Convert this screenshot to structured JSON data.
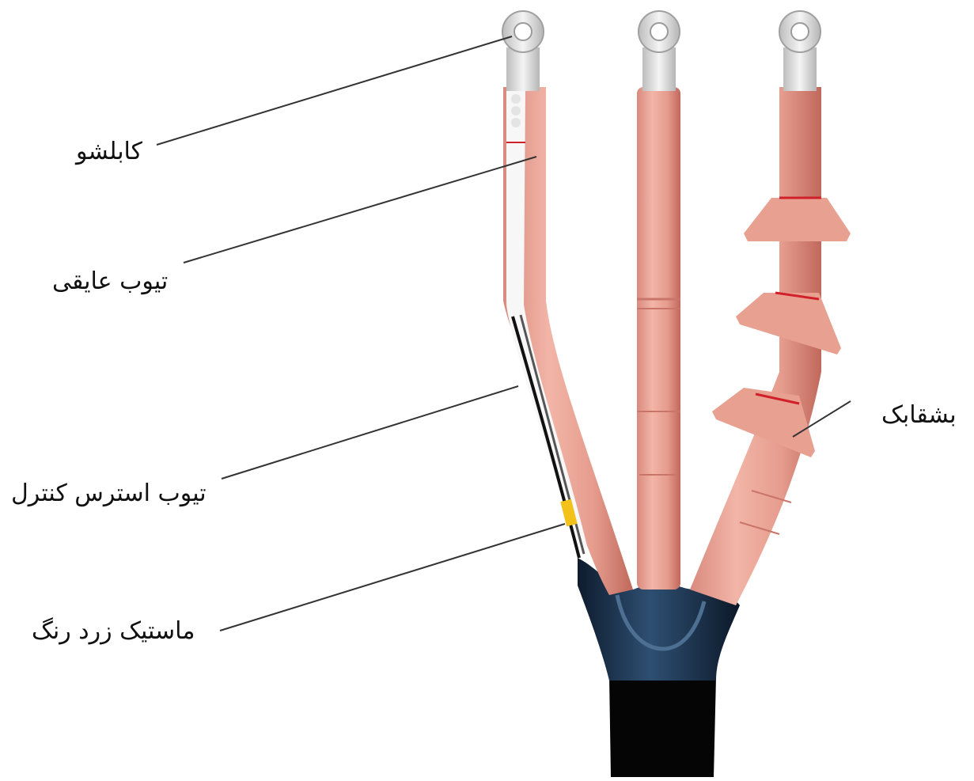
{
  "labels": {
    "lug": "کابلشو",
    "insulating_tube": "تیوب عایقی",
    "stress_control_tube": "تیوب استرس کنترل",
    "yellow_mastic": "ماستیک زرد رنگ",
    "shed": "بشقابک"
  },
  "colors": {
    "background": "#ffffff",
    "tube": "#e8a090",
    "tube_shade": "#c9756a",
    "red_band": "#d0202a",
    "lug_metal": "#dcdcdc",
    "breakout_boot": "#1a2d45",
    "cable_jacket": "#050505",
    "mastic": "#f2c21a",
    "leader_line": "#333333"
  }
}
